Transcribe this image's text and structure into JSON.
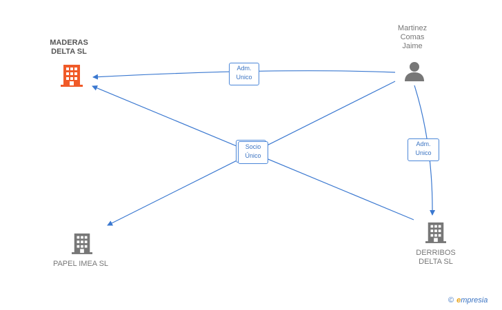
{
  "nodes": {
    "maderas": {
      "label": "MADERAS\nDELTA  SL",
      "color": "#f05a28"
    },
    "martinez": {
      "label": "Martinez\nComas\nJaime",
      "color": "#777777"
    },
    "papel": {
      "label": "PAPEL IMEA SL",
      "color": "#777777"
    },
    "derribos": {
      "label": "DERRIBOS\nDELTA  SL",
      "color": "#777777"
    }
  },
  "edges": {
    "adm_maderas": {
      "label": "Adm.\nUnico"
    },
    "socio_unico": {
      "label": "Socio\nÚnico"
    },
    "adm_derribos": {
      "label": "Adm.\nUnico"
    }
  },
  "edge_color": "#3a78d0",
  "watermark": {
    "copyright": "©",
    "brand_initial": "e",
    "brand_rest": "mpresia"
  }
}
